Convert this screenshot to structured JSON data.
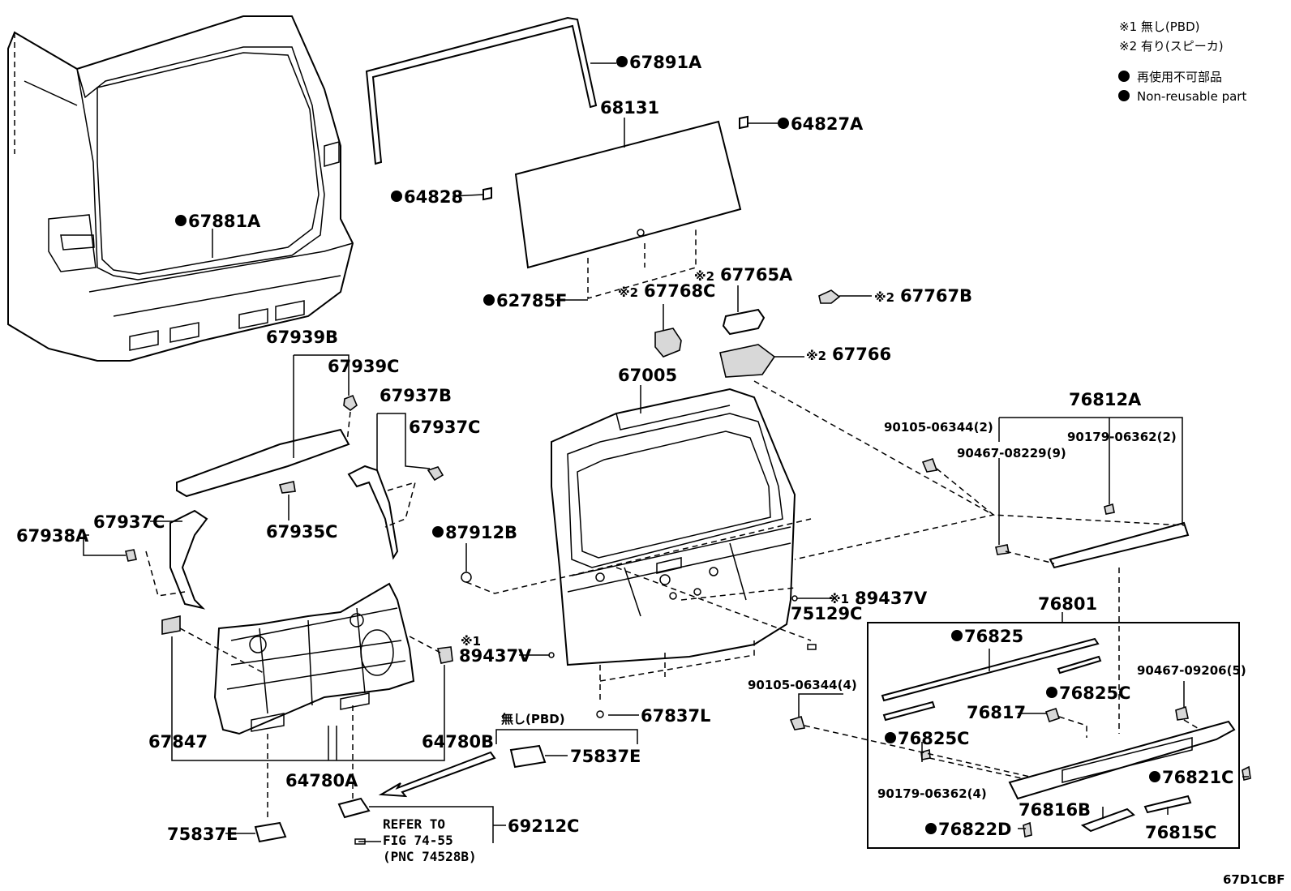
{
  "legend": {
    "note1": "※1 無し(PBD)",
    "note2": "※2 有り(スピーカ)",
    "nonreusable_jp": "再使用不可部品",
    "nonreusable_en": "Non-reusable part"
  },
  "labels": {
    "p67891A": "67891A",
    "p68131": "68131",
    "p64827A": "64827A",
    "p64828": "64828",
    "p67881A": "67881A",
    "p62785F": "62785F",
    "p67768C": "67768C",
    "p67765A": "67765A",
    "p67767B": "67767B",
    "p67766": "67766",
    "p67939B": "67939B",
    "p67939C": "67939C",
    "p67937B": "67937B",
    "p67937C_a": "67937C",
    "p67937C_b": "67937C",
    "p67938A": "67938A",
    "p67935C": "67935C",
    "p87912B": "87912B",
    "p67005": "67005",
    "p76812A": "76812A",
    "p90105_2": "90105-06344(2)",
    "p90179_2": "90179-06362(2)",
    "p90467_9": "90467-08229(9)",
    "p89437V_a": "89437V",
    "p89437V_b": "89437V",
    "p75129C": "75129C",
    "p76801": "76801",
    "p76825": "76825",
    "p76825C_a": "76825C",
    "p76825C_b": "76825C",
    "p90467_5": "90467-09206(5)",
    "p90105_4": "90105-06344(4)",
    "p76817": "76817",
    "p90179_4": "90179-06362(4)",
    "p76821C": "76821C",
    "p76816B": "76816B",
    "p76822D": "76822D",
    "p76815C": "76815C",
    "p67847": "67847",
    "p64780A": "64780A",
    "p64780B": "64780B",
    "p67837L": "67837L",
    "p75837E_a": "75837E",
    "p75837E_b": "75837E",
    "p69212C": "69212C",
    "pbd_note": "無し(PBD)",
    "refer1": "REFER TO",
    "refer2": "FIG 74-55",
    "refer3": "(PNC 74528B)",
    "mark1": "※1",
    "mark2": "※2",
    "code": "67D1CBF"
  }
}
